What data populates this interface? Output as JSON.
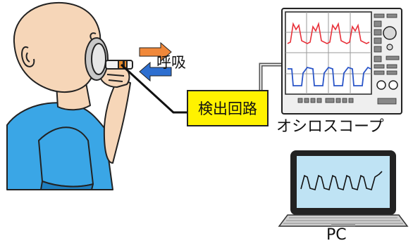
{
  "labels": {
    "breathing": "呼吸",
    "detection_circuit": "検出回路",
    "oscilloscope": "オシロスコープ",
    "pc": "PC"
  },
  "colors": {
    "skin": "#f6d6b8",
    "shirt": "#3aa6e6",
    "shirt_dark": "#1f7fc0",
    "box_fill": "#fff200",
    "arrow_out": "#f0883a",
    "arrow_in": "#2e6fd0",
    "trace_red": "#e8313a",
    "trace_blue": "#2a55c8",
    "screen_bg": "#bfe3f4"
  },
  "icons": [
    "person-icon",
    "oxygen-mask-icon",
    "exhale-arrow-icon",
    "inhale-arrow-icon",
    "oscilloscope-icon",
    "laptop-icon"
  ]
}
